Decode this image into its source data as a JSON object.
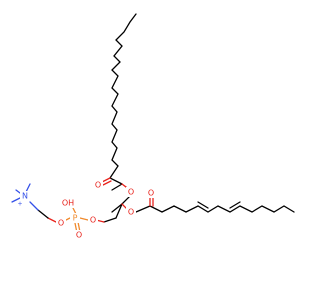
{
  "colors": {
    "carbon": "#000000",
    "oxygen": "#e8231c",
    "phosphorus": "#f08a2c",
    "nitrogen": "#3450e8"
  },
  "atoms": {
    "ester1_carbonyl_o": "O",
    "ester1_o": "O",
    "ester2_o": "O",
    "ester2_carbonyl_o": "O",
    "glycerol_o": "O",
    "phosphate_oh": "OH",
    "phosphate_p": "P",
    "phosphate_o_left": "O",
    "phosphate_o_down": "O",
    "nitrogen": "N",
    "nitrogen_charge": "+"
  }
}
